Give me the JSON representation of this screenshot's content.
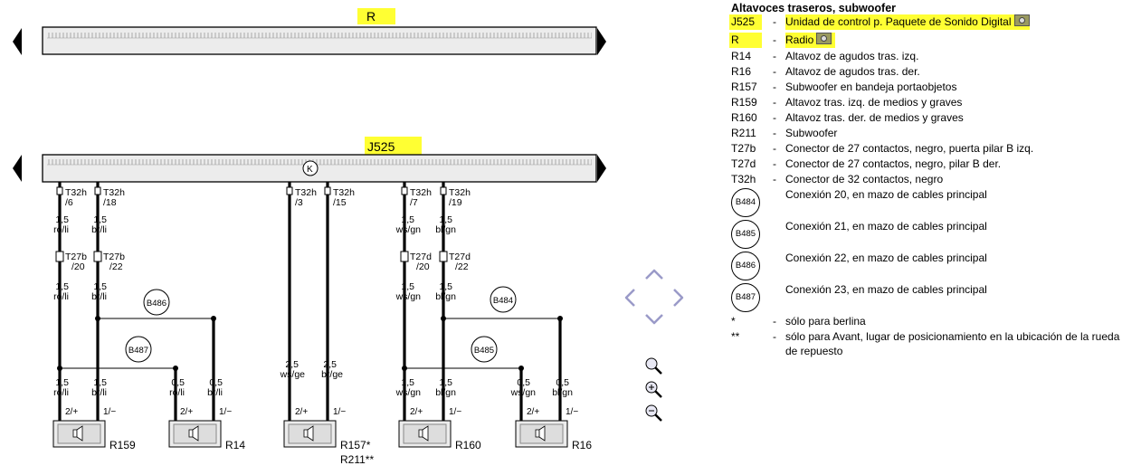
{
  "diagram": {
    "components": {
      "R": "R",
      "J525": "J525",
      "k_symbol": "K"
    },
    "wires": [
      {
        "pin": "T32h",
        "pin_no": "/6",
        "size": "1,5",
        "color": "ro/li",
        "conn": "T27b",
        "conn_no": "/20",
        "size2": "1,5",
        "color2": "ro/li"
      },
      {
        "pin": "T32h",
        "pin_no": "/18",
        "size": "1,5",
        "color": "br/li",
        "conn": "T27b",
        "conn_no": "/22",
        "size2": "1,5",
        "color2": "br/li"
      },
      {
        "pin": "T32h",
        "pin_no": "/3",
        "size": "2,5",
        "color": "ws/ge"
      },
      {
        "pin": "T32h",
        "pin_no": "/15",
        "size": "2,5",
        "color": "br/ge"
      },
      {
        "pin": "T32h",
        "pin_no": "/7",
        "size": "1,5",
        "color": "ws/gn",
        "conn": "T27d",
        "conn_no": "/20",
        "size2": "1,5",
        "color2": "ws/gn"
      },
      {
        "pin": "T32h",
        "pin_no": "/19",
        "size": "1,5",
        "color": "bl/gn",
        "conn": "T27d",
        "conn_no": "/22",
        "size2": "1,5",
        "color2": "bl/gn"
      }
    ],
    "junctions": [
      "B486",
      "B487",
      "B484",
      "B485"
    ],
    "bottom_labels": [
      {
        "size": "1,5",
        "color": "ro/li"
      },
      {
        "size": "1,5",
        "color": "br/li"
      },
      {
        "size": "0,5",
        "color": "ro/li"
      },
      {
        "size": "0,5",
        "color": "br/li"
      },
      {
        "size": "1,5",
        "color": "ws/gn"
      },
      {
        "size": "1,5",
        "color": "bl/gn"
      },
      {
        "size": "0,5",
        "color": "ws/gn"
      },
      {
        "size": "0,5",
        "color": "bl/gn"
      }
    ],
    "pin_pos": "2/+",
    "pin_neg": "1/−",
    "speakers": [
      "R159",
      "R14",
      "R157*",
      "R160",
      "R16"
    ],
    "speaker_extra": "R211**"
  },
  "legend": {
    "title": "Altavoces traseros, subwoofer",
    "items": [
      {
        "code": "J525",
        "desc": "Unidad de control p. Paquete de Sonido Digital"
      },
      {
        "code": "R",
        "desc": "Radio"
      },
      {
        "code": "R14",
        "desc": "Altavoz de agudos tras. izq."
      },
      {
        "code": "R16",
        "desc": "Altavoz de agudos tras. der."
      },
      {
        "code": "R157",
        "desc": "Subwoofer en bandeja portaobjetos"
      },
      {
        "code": "R159",
        "desc": "Altavoz tras. izq. de medios y graves"
      },
      {
        "code": "R160",
        "desc": "Altavoz tras. der. de medios y graves"
      },
      {
        "code": "R211",
        "desc": "Subwoofer"
      },
      {
        "code": "T27b",
        "desc": "Conector de 27 contactos, negro, puerta pilar B izq."
      },
      {
        "code": "T27d",
        "desc": "Conector de 27 contactos, negro, pilar B der."
      },
      {
        "code": "T32h",
        "desc": "Conector de 32 contactos, negro"
      }
    ],
    "circles": [
      {
        "code": "B484",
        "desc": "Conexión 20, en mazo de cables principal"
      },
      {
        "code": "B485",
        "desc": "Conexión 21, en mazo de cables principal"
      },
      {
        "code": "B486",
        "desc": "Conexión 22, en mazo de cables principal"
      },
      {
        "code": "B487",
        "desc": "Conexión 23, en mazo de cables principal"
      }
    ],
    "notes": [
      {
        "mark": "*",
        "text": "sólo para berlina"
      },
      {
        "mark": "**",
        "text": "sólo para Avant, lugar de posicionamiento en la ubicación de la rueda de repuesto"
      }
    ],
    "dash": "-",
    "highlight_color": "#ffff33"
  },
  "colors": {
    "bar_fill": "#ececec",
    "nav_fill": "#c8c8e6"
  }
}
